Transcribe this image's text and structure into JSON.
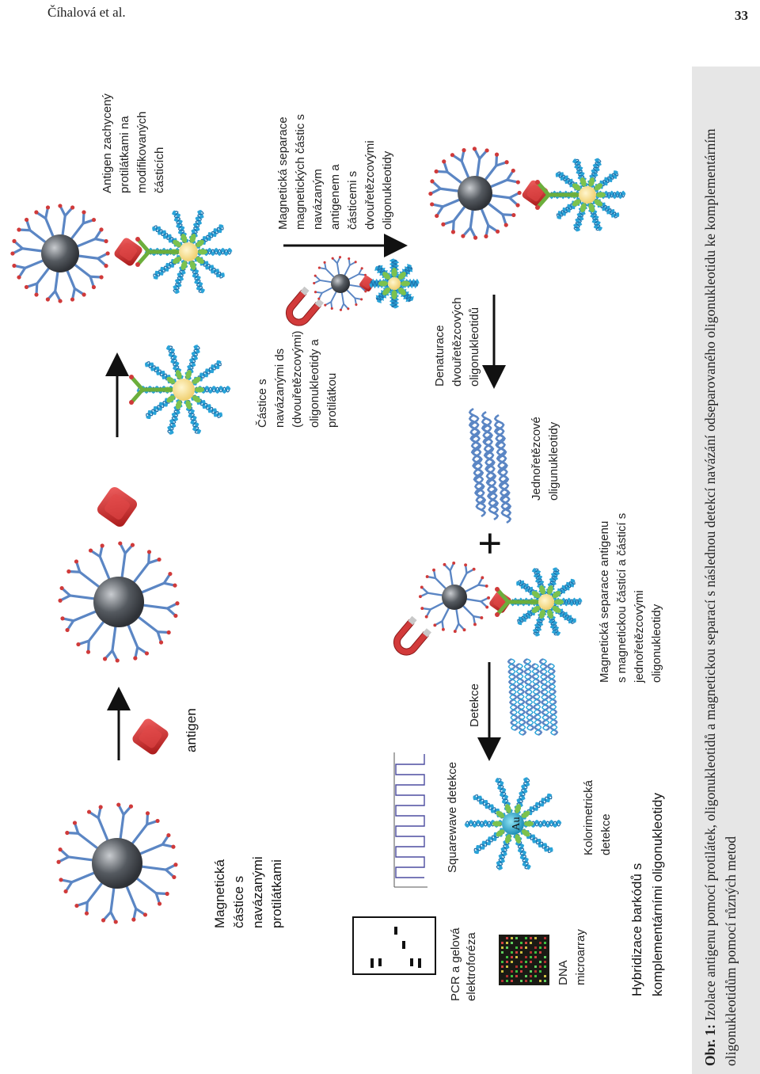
{
  "header": {
    "author": "Číhalová et al.",
    "page_number": "33"
  },
  "caption": {
    "prefix": "Obr. 1:",
    "text": "Izolace antigenu pomocí protilátek, oligonukleotidů a magnetickou separací s následnou detekcí navázání odseparovaného oligonukleotidu ke komplementárním oligonukleotidům pomocí různých metod"
  },
  "figure": {
    "labels": {
      "mag_particles": [
        "Magnetická",
        "částice s",
        "navázanými",
        "protilátkami"
      ],
      "antigen": [
        "antigen"
      ],
      "particle_ds": [
        "Částice s",
        "navázanými ds",
        "(dvouřetězcovými)",
        "oligonukleotidy a",
        "protilátkou"
      ],
      "antigen_captured": [
        "Antigen zachycený",
        "protilátkami na",
        "modifikovaných",
        "částicích"
      ],
      "mag_separation": [
        "Magnetická separace",
        "magnetických částic s",
        "navázaným",
        "antigenem a",
        "částicemi s",
        "dvouřetězcovými",
        "oligonukleotidy"
      ],
      "denaturation": [
        "Denaturace",
        "dvouřetězcových",
        "oligonukleotidů"
      ],
      "single_strand": [
        "Jednořetězcové",
        "oligunukleotidy"
      ],
      "mag_separation_single": [
        "Magnetická separace antigenu",
        "s magnetickou částicí a částicí s",
        "jednořetězcovými",
        "oligonukleotidy"
      ],
      "detection": [
        "Detekce"
      ],
      "pcr": [
        "PCR a gelová",
        "elektroforéza"
      ],
      "squarewave": [
        "Squarewave detekce"
      ],
      "dna_microarray": [
        "DNA",
        "microarray"
      ],
      "colorimetric": [
        "Kolorimetrická",
        "detekce"
      ],
      "hybridization": [
        "Hybridizace barkódů s",
        "komplementárními oligonukleotidy"
      ],
      "gold": "Au",
      "plus": "+"
    },
    "colors": {
      "particle_grey": "#555a60",
      "antibody_blue": "#5b86c4",
      "antibody_tip": "#d03a3a",
      "antigen_red": "#d42828",
      "gold_core": "#f0d070",
      "leaf_green": "#7cc24e",
      "helix_cyan": "#2aa3d8",
      "caption_bg": "#e6e6e6"
    }
  }
}
